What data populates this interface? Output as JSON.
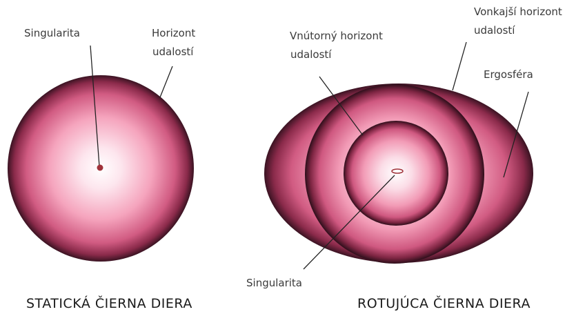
{
  "static_black_hole": {
    "title": "STATICKÁ ČIERNA DIERA",
    "singularity_label": "Singularita",
    "horizon_label_line1": "Horizont",
    "horizon_label_line2": "udalostí"
  },
  "rotating_black_hole": {
    "title": "ROTUJÚCA ČIERNA DIERA",
    "outer_horizon_label_line1": "Vonkajší horizont",
    "outer_horizon_label_line2": "udalostí",
    "inner_horizon_label_line1": "Vnútorný horizont",
    "inner_horizon_label_line2": "udalostí",
    "ergosphere_label": "Ergosféra",
    "singularity_label": "Singularita"
  },
  "colors": {
    "core": "#ffffff",
    "mid": "#f7a9c0",
    "rim": "#c2456d",
    "edge": "#3a1322",
    "singularity_dot": "#a0323a"
  }
}
